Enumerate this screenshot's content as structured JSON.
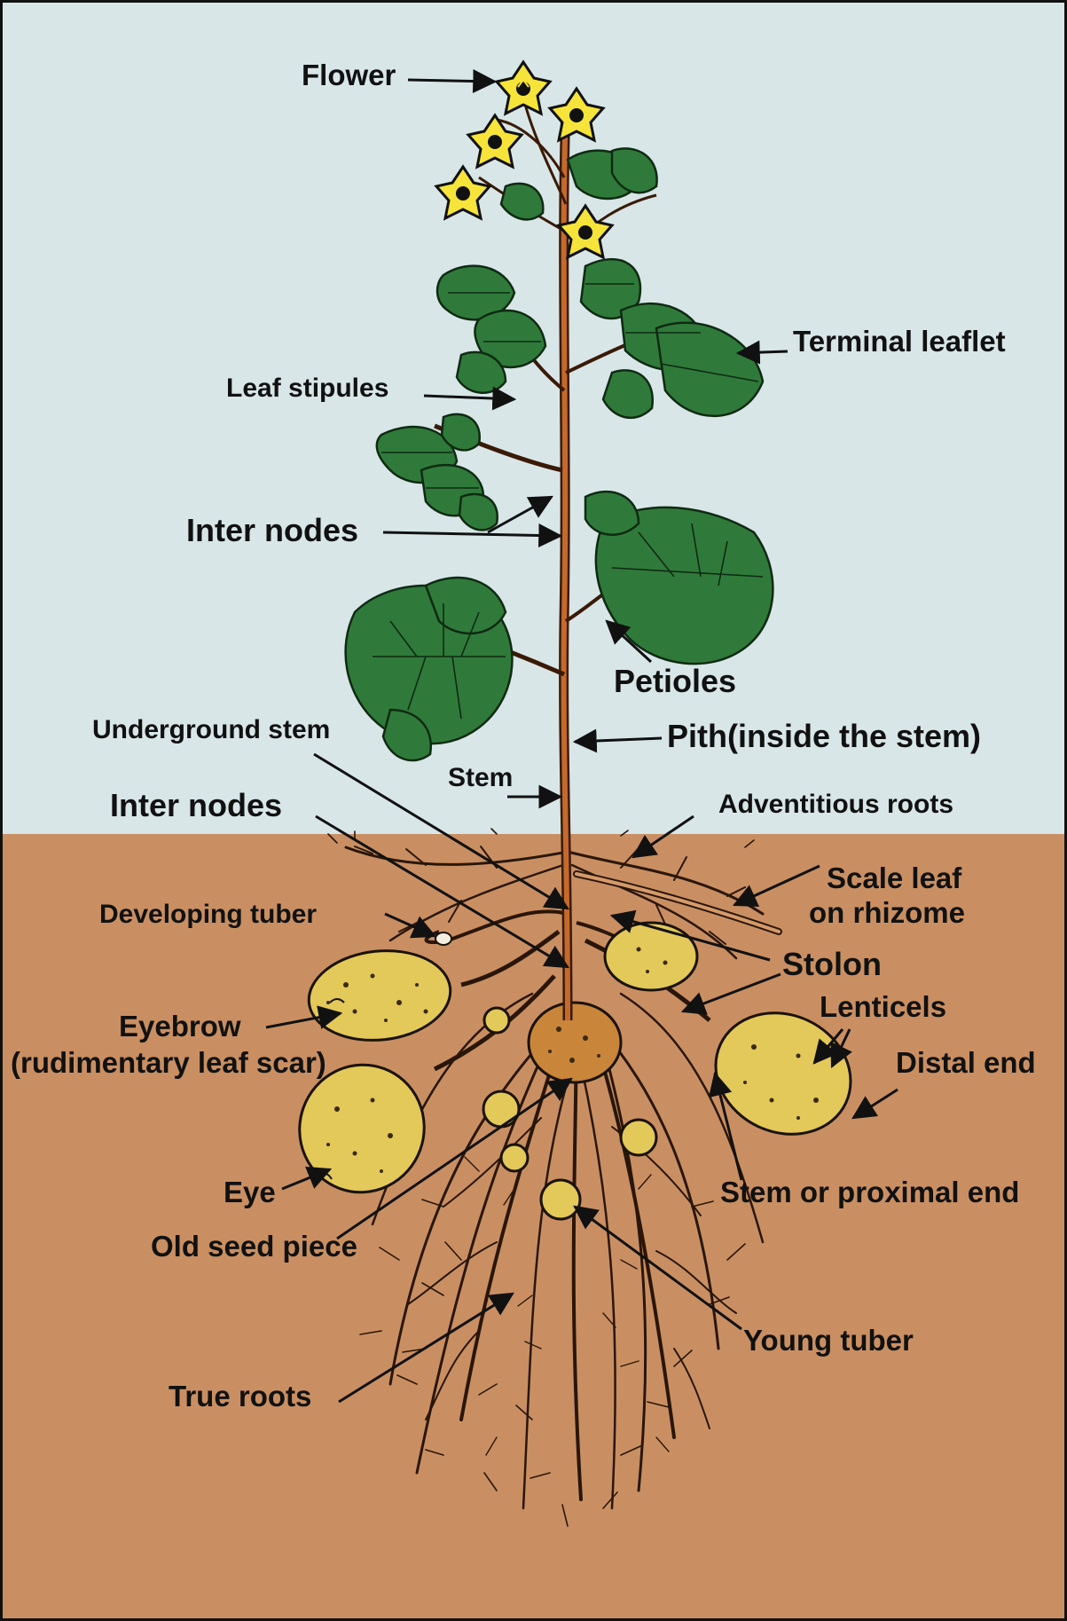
{
  "diagram": {
    "colors": {
      "sky": "#d8e6e8",
      "soil": "#c98f62",
      "stem": "#c46a2c",
      "leaf": "#2f7a3a",
      "flower": "#f6e43a",
      "tuber": "#e3c85a",
      "ink": "#111111"
    },
    "labels": {
      "flower": "Flower",
      "terminal_leaflet": "Terminal leaflet",
      "leaf_stipules": "Leaf stipules",
      "inter_nodes_top": "Inter nodes",
      "petioles": "Petioles",
      "underground_stem": "Underground stem",
      "pith": "Pith(inside the stem)",
      "stem": "Stem",
      "inter_nodes_bottom": "Inter nodes",
      "adventitious_roots": "Adventitious roots",
      "scale_leaf_1": "Scale leaf",
      "scale_leaf_2": "on rhizome",
      "developing_tuber": "Developing tuber",
      "stolon": "Stolon",
      "eyebrow_1": "Eyebrow",
      "eyebrow_2": "(rudimentary leaf scar)",
      "lenticels": "Lenticels",
      "distal_end": "Distal end",
      "eye": "Eye",
      "stem_proximal_end": "Stem or proximal end",
      "old_seed_piece": "Old seed piece",
      "young_tuber": "Young tuber",
      "true_roots": "True roots"
    }
  }
}
